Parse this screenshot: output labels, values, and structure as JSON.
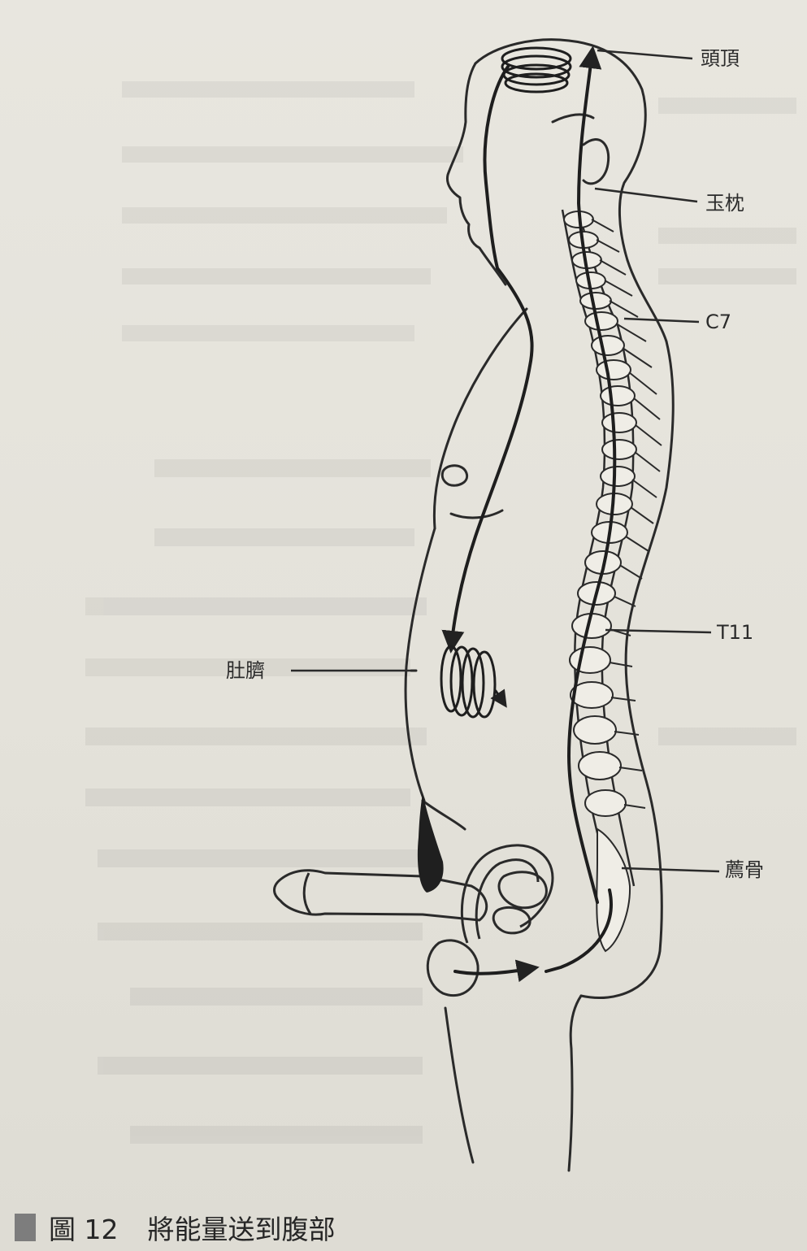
{
  "labels": {
    "crown": "頭頂",
    "jade_pillow": "玉枕",
    "c7": "C7",
    "t11": "T11",
    "sacrum": "薦骨",
    "navel": "肚臍"
  },
  "caption": {
    "figure_number": "圖 12",
    "title": "將能量送到腹部"
  }
}
